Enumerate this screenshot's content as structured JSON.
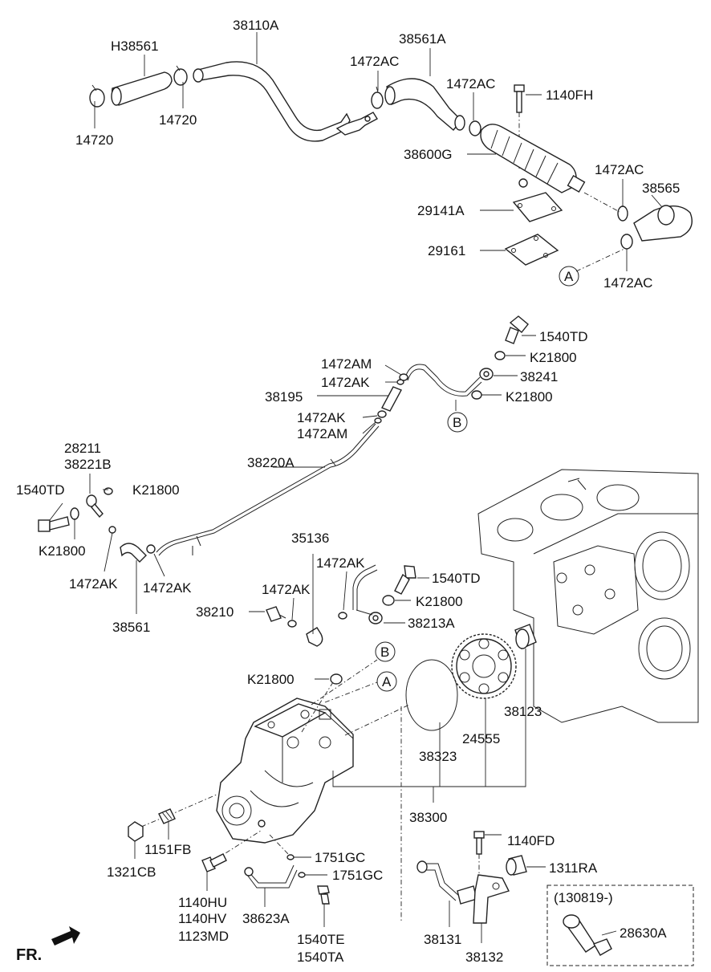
{
  "labels": {
    "p_38110A": "38110A",
    "p_H38561": "H38561",
    "p_38561A": "38561A",
    "p_1472AC_a": "1472AC",
    "p_1472AC_b": "1472AC",
    "p_1472AC_c": "1472AC",
    "p_1472AC_d": "1472AC",
    "p_1140FH": "1140FH",
    "p_14720_a": "14720",
    "p_14720_b": "14720",
    "p_38600G": "38600G",
    "p_38565": "38565",
    "p_29141A": "29141A",
    "p_29161": "29161",
    "p_1540TD_a": "1540TD",
    "p_K21800_a": "K21800",
    "p_1472AM_a": "1472AM",
    "p_1472AK_a": "1472AK",
    "p_38241": "38241",
    "p_38195": "38195",
    "p_K21800_b": "K21800",
    "p_1472AK_b": "1472AK",
    "p_1472AM_b": "1472AM",
    "p_28211": "28211",
    "p_38221B": "38221B",
    "p_38220A": "38220A",
    "p_1540TD_b": "1540TD",
    "p_K21800_c": "K21800",
    "p_K21800_d": "K21800",
    "p_1472AK_c": "1472AK",
    "p_1472AK_d": "1472AK",
    "p_38561": "38561",
    "p_35136": "35136",
    "p_1472AK_e": "1472AK",
    "p_1472AK_f": "1472AK",
    "p_1540TD_c": "1540TD",
    "p_K21800_e": "K21800",
    "p_38210": "38210",
    "p_38213A": "38213A",
    "p_K21800_f": "K21800",
    "p_38123": "38123",
    "p_24555": "24555",
    "p_38323": "38323",
    "p_38300": "38300",
    "p_1151FB": "1151FB",
    "p_1321CB": "1321CB",
    "p_1751GC_a": "1751GC",
    "p_1751GC_b": "1751GC",
    "p_1140FD": "1140FD",
    "p_1311RA": "1311RA",
    "p_1140HU": "1140HU",
    "p_1140HV": "1140HV",
    "p_1123MD": "1123MD",
    "p_38623A": "38623A",
    "p_1540TE": "1540TE",
    "p_1540TA": "1540TA",
    "p_38131": "38131",
    "p_38132": "38132",
    "p_130819": "(130819-)",
    "p_28630A": "28630A"
  },
  "refs": {
    "A": "A",
    "B": "B"
  },
  "direction": "FR."
}
